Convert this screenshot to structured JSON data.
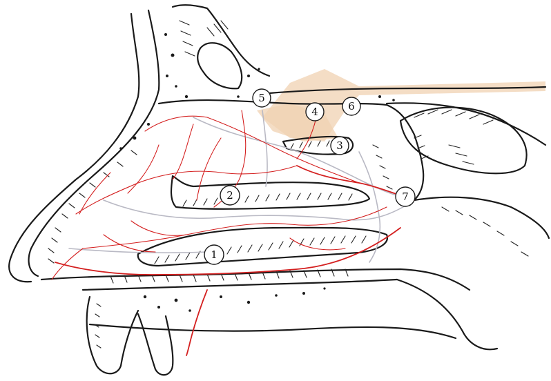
{
  "figure": {
    "colors": {
      "artery": "#d42020",
      "vein": "#b9b9c4",
      "outline": "#1a1a1a",
      "tissue_tint": "#f0d2b2"
    },
    "markers": [
      {
        "id": "1",
        "label": "1"
      },
      {
        "id": "2",
        "label": "2"
      },
      {
        "id": "3",
        "label": "3"
      },
      {
        "id": "4",
        "label": "4"
      },
      {
        "id": "5",
        "label": "5"
      },
      {
        "id": "6",
        "label": "6"
      },
      {
        "id": "7",
        "label": "7"
      }
    ]
  }
}
